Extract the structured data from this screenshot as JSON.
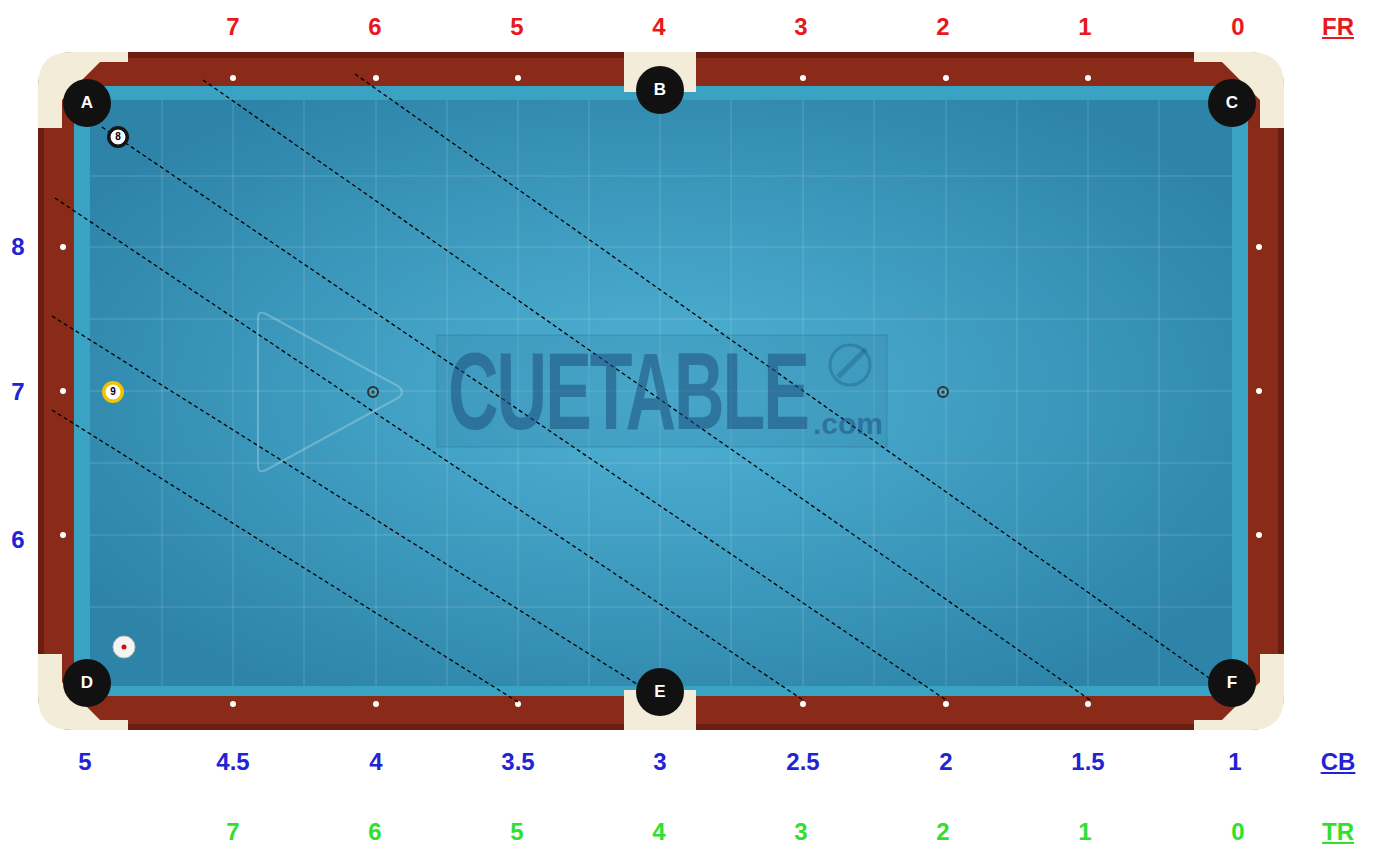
{
  "diagram": {
    "nodes": [
      {
        "text": [
          "A"
        ]
      },
      {
        "text": [
          "B"
        ]
      },
      {
        "text": [
          "C"
        ]
      },
      {
        "text": [
          "D"
        ]
      },
      {
        "text": [
          "E"
        ]
      },
      {
        "text": [
          "F"
        ]
      },
      {
        "text": [
          "8"
        ]
      },
      {
        "text": [
          "9"
        ]
      }
    ],
    "labels": [
      "7",
      "6",
      "5",
      "4",
      "3",
      "2",
      "1",
      "0",
      "FR",
      "8",
      "7",
      "6",
      "5",
      "4.5",
      "4",
      "3.5",
      "3",
      "2.5",
      "2",
      "1.5",
      "1",
      "CB",
      "7",
      "6",
      "5",
      "4",
      "3",
      "2",
      "1",
      "0",
      "TR",
      "CUETABLE",
      ".com"
    ]
  }
}
